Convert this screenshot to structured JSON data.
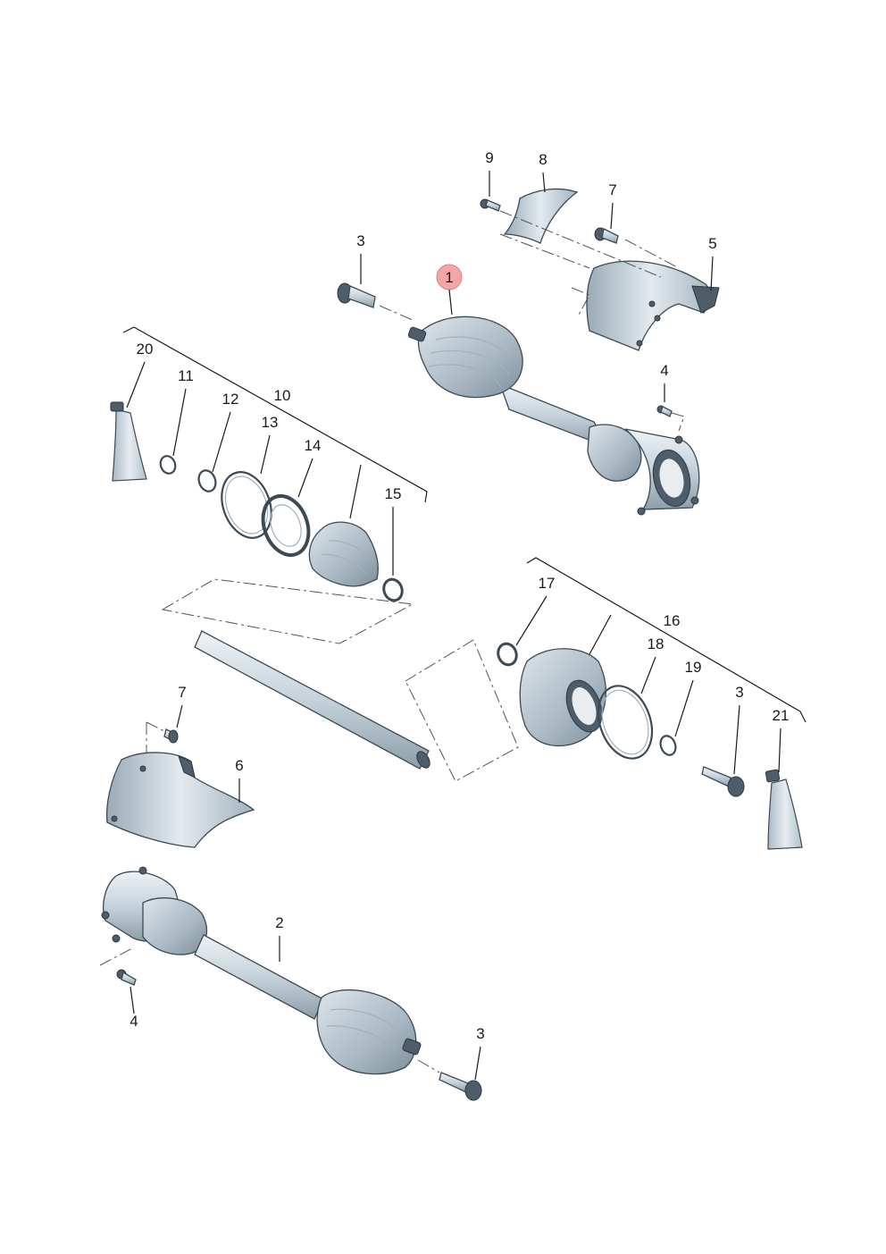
{
  "callouts": {
    "c1": "1",
    "c2": "2",
    "c3a": "3",
    "c3b": "3",
    "c3c": "3",
    "c4a": "4",
    "c4b": "4",
    "c5": "5",
    "c6": "6",
    "c7a": "7",
    "c7b": "7",
    "c8": "8",
    "c9": "9",
    "c10": "10",
    "c11": "11",
    "c12": "12",
    "c13": "13",
    "c14": "14",
    "c15": "15",
    "c16": "16",
    "c17": "17",
    "c18": "18",
    "c19": "19",
    "c20": "20",
    "c21": "21"
  },
  "colors": {
    "highlight": "#f4a6a6",
    "part_body": "#c9d6df",
    "part_outline": "#3c4a55"
  }
}
